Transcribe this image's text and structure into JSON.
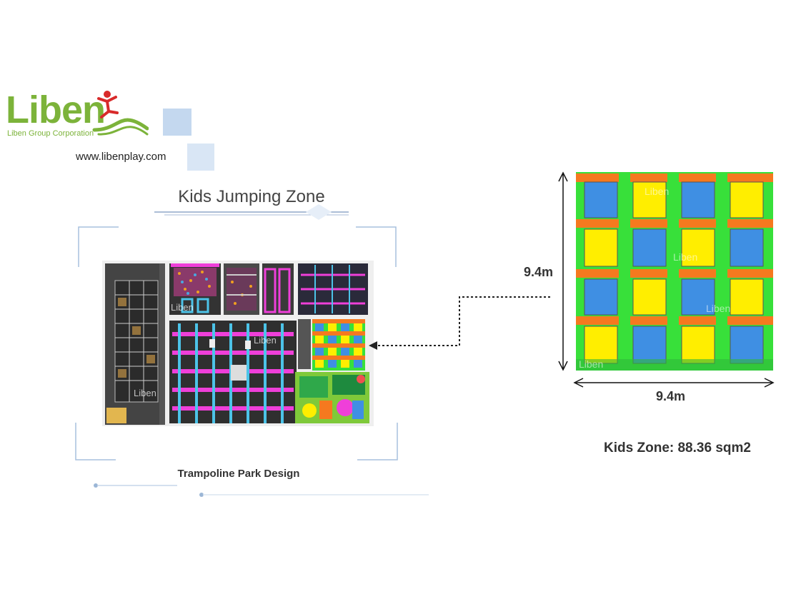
{
  "logo": {
    "brand": "Liben",
    "subtitle": "Liben Group Corporation"
  },
  "website": "www.libenplay.com",
  "heading": "Kids Jumping Zone",
  "plan_caption": "Trampoline Park Design",
  "dimensions": {
    "height": "9.4m",
    "width": "9.4m"
  },
  "area": "Kids Zone: 88.36 sqm2",
  "watermark": "Liben",
  "colors": {
    "brand_green": "#7cb33a",
    "logo_red": "#d82a2a",
    "pad_blue": "#3f8fe3",
    "pad_yellow": "#ffee00",
    "orange": "#f5791f",
    "green_bar": "#38e03a",
    "magenta": "#ef3fd9",
    "cyan": "#4cc3e8"
  }
}
